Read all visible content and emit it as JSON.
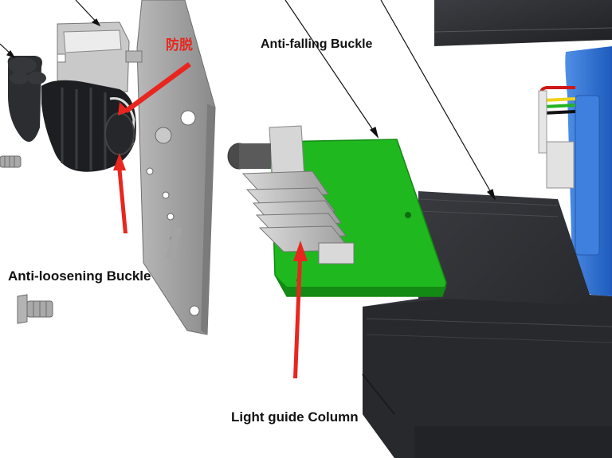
{
  "labels": {
    "anti_falling": "Anti-falling Buckle",
    "anti_loosening": "Anti-loosening Buckle",
    "light_guide": "Light guide Column",
    "chinese_note": "防脱"
  },
  "colors": {
    "pcb": "#1fb81f",
    "pcb_dark": "#138a13",
    "enclosure": "#2a2b2f",
    "enclosure_light": "#3a3b40",
    "panel": "#9a9a9a",
    "blue_housing": "#2b6fd0",
    "arrow_red": "#e8261f"
  }
}
